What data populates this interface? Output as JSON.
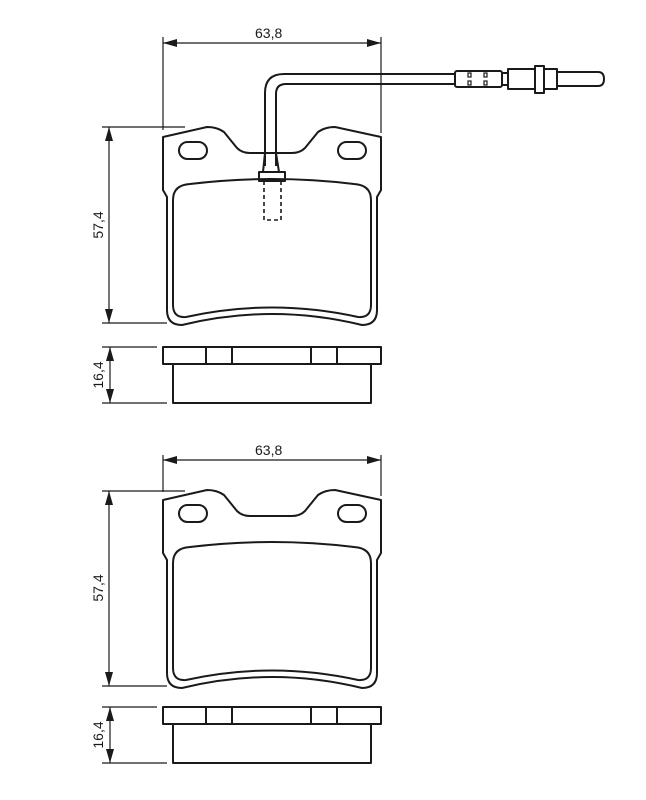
{
  "drawing": {
    "subject": "Brake pad set technical drawing",
    "views": [
      {
        "name": "pad-with-wear-sensor",
        "has_wear_sensor": true,
        "dimensions": {
          "width": "63,8",
          "height": "57,4",
          "thickness": "16,4"
        }
      },
      {
        "name": "pad-without-wear-sensor",
        "has_wear_sensor": false,
        "dimensions": {
          "width": "63,8",
          "height": "57,4",
          "thickness": "16,4"
        }
      }
    ]
  },
  "colors": {
    "line": "#1a1a1a",
    "background": "#ffffff"
  }
}
